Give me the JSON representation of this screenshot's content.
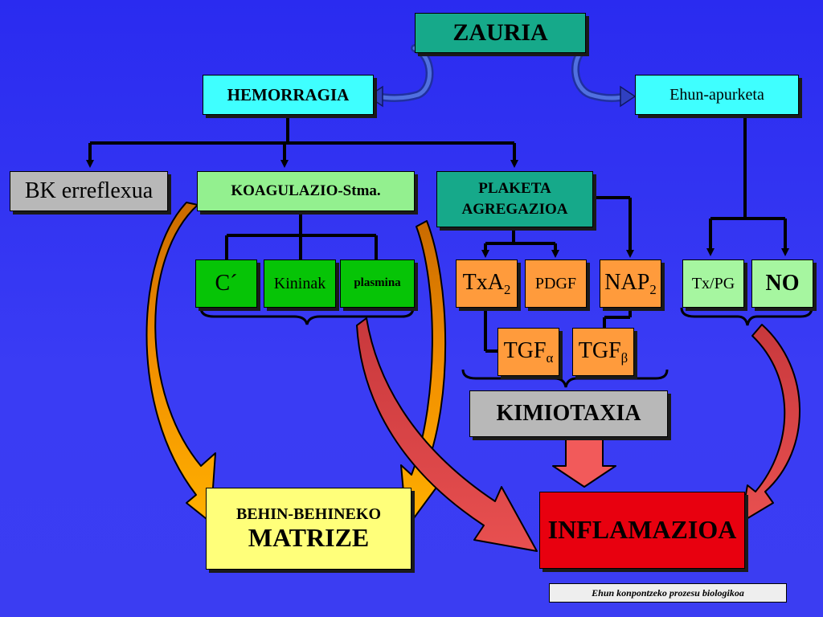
{
  "colors": {
    "background": "#3336f2",
    "teal": "#16a98a",
    "cyan": "#3fffff",
    "gray": "#b8b8b8",
    "light_green": "#93f08f",
    "green": "#06c406",
    "orange": "#ff9b3c",
    "yellow": "#ffff7a",
    "red": "#e8000f",
    "curved_arrow_orange": "#f29000",
    "curved_arrow_red": "#e04a4a"
  },
  "nodes": {
    "zauria": "ZAURIA",
    "hemorragia": "HEMORRAGIA",
    "ehun_apurketa": "Ehun-apurketa",
    "bk_erreflexua": "BK erreflexua",
    "koagulazio": "KOAGULAZIO-Stma.",
    "plaketa_line1": "PLAKETA",
    "plaketa_line2": "AGREGAZIOA",
    "c_prime": "C´",
    "kininak": "Kininak",
    "plasmina": "plasmina",
    "txa_main": "TxA",
    "txa_sub": "2",
    "pdgf": "PDGF",
    "nap_main": "NAP",
    "nap_sub": "2",
    "tx_pg": "Tx/PG",
    "no": "NO",
    "tgf_alpha_main": "TGF",
    "tgf_alpha_sub": "α",
    "tgf_beta_main": "TGF",
    "tgf_beta_sub": "β",
    "kimiotaxia": "KIMIOTAXIA",
    "behin_line1": "BEHIN-BEHINEKO",
    "behin_line2": "MATRIZE",
    "inflamazioa": "INFLAMAZIOA",
    "footer": "Ehun konpontzeko prozesu biologikoa"
  }
}
